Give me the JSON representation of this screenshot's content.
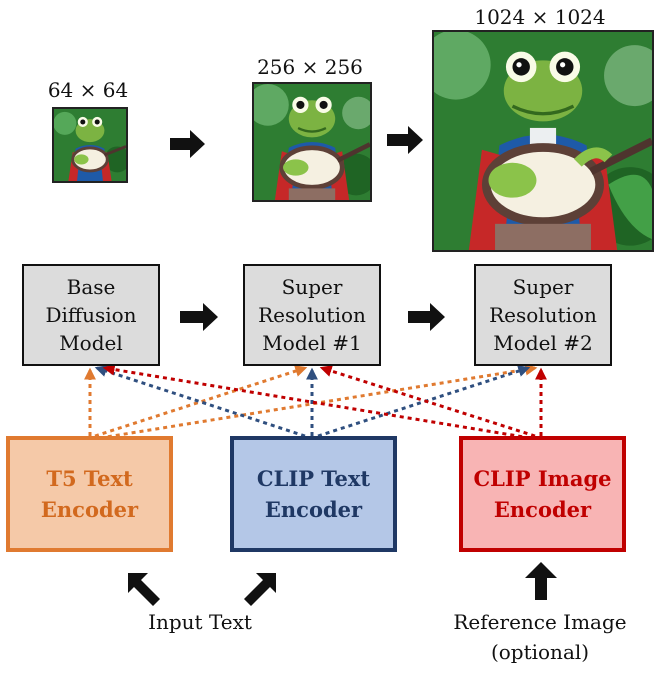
{
  "resolutions": [
    "64 × 64",
    "256 × 256",
    "1024 × 1024"
  ],
  "models": [
    {
      "line1": "Base",
      "line2": "Diffusion",
      "line3": "Model"
    },
    {
      "line1": "Super",
      "line2": "Resolution",
      "line3": "Model #1"
    },
    {
      "line1": "Super",
      "line2": "Resolution",
      "line3": "Model #2"
    }
  ],
  "encoders": [
    {
      "line1": "T5 Text",
      "line2": "Encoder",
      "fill": "#f5c9a8",
      "stroke": "#e07a30",
      "text_color": "#d2691e"
    },
    {
      "line1": "CLIP Text",
      "line2": "Encoder",
      "fill": "#b4c7e7",
      "stroke": "#1f3864",
      "text_color": "#1f3864"
    },
    {
      "line1": "CLIP Image",
      "line2": "Encoder",
      "fill": "#f8b4b4",
      "stroke": "#c00000",
      "text_color": "#c00000"
    }
  ],
  "captions": {
    "input_text": "Input Text",
    "reference_line1": "Reference Image",
    "reference_line2": "(optional)"
  },
  "colors": {
    "t5_arrow": "#e07a30",
    "clip_text_arrow": "#2f4f7f",
    "clip_image_arrow": "#c00000"
  }
}
